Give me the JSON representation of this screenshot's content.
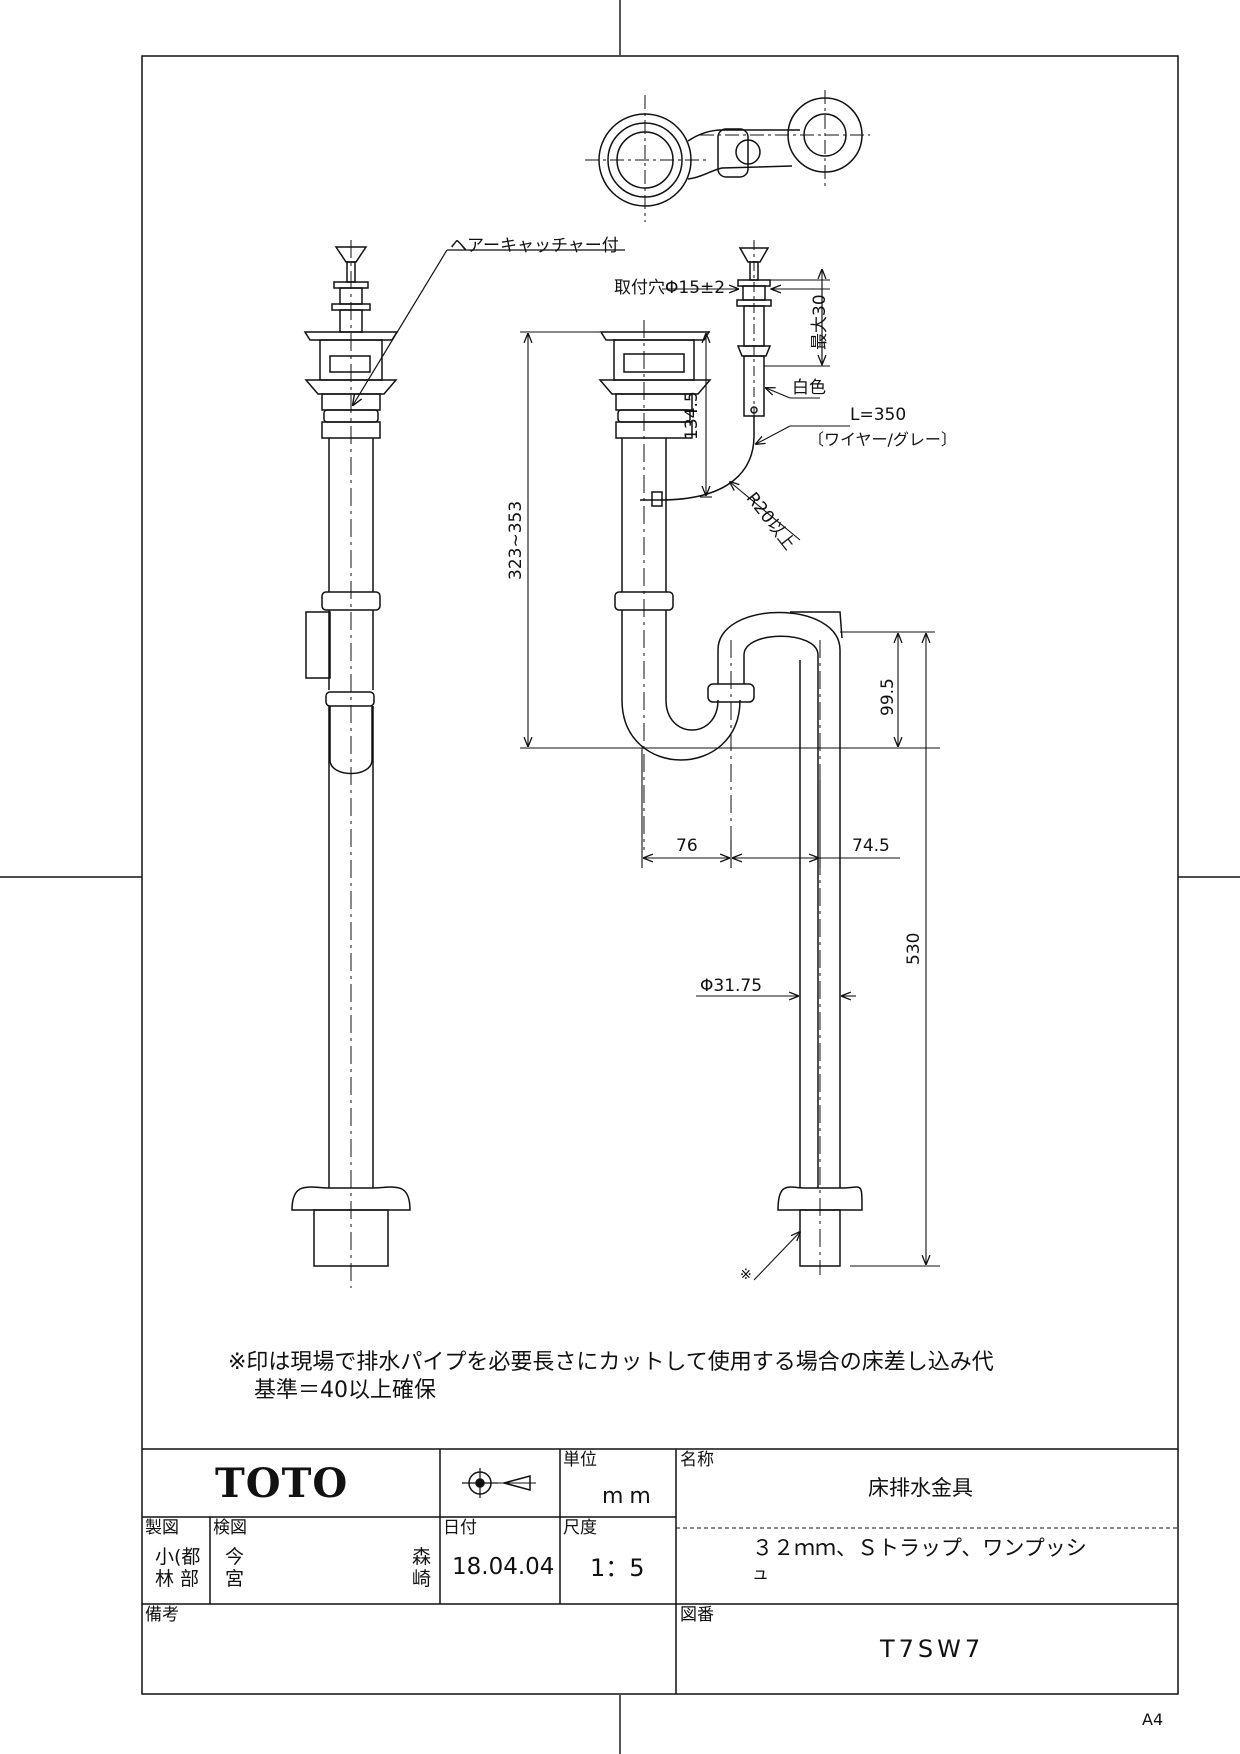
{
  "labels": {
    "hair_catcher": "ヘアーキャッチャー付",
    "mount_hole": "取付穴Φ15±2",
    "max30": "最大30",
    "white": "白色",
    "wire_length": "L=350",
    "wire_desc": "〔ワイヤー/グレー〕",
    "radius": "R20以上",
    "asterisk_mark": "※"
  },
  "dimensions": {
    "d_323_353": "323~353",
    "d_134_5": "134.5",
    "d_99_5": "99.5",
    "d_76": "76",
    "d_74_5": "74.5",
    "d_530": "530",
    "d_dia": "Φ31.75"
  },
  "notes": {
    "line1": "※印は現場で排水パイプを必要長さにカットして使用する場合の床差し込み代",
    "line2": "基準＝40以上確保"
  },
  "title_block": {
    "logo": "TOTO",
    "unit_label": "単位",
    "unit_value": "mm",
    "name_label": "名称",
    "name_value": "床排水金具",
    "drawn_label": "製図",
    "drawn_value_a": "小(都",
    "drawn_value_b": "林 部",
    "checked_label": "検図",
    "checked_value_a": "今",
    "checked_value_b": "宮",
    "checked_value_c": "森",
    "checked_value_d": "崎",
    "date_label": "日付",
    "date_value": "18.04.04",
    "scale_label": "尺度",
    "scale_value": "1：5",
    "desc_line1": "３２ｍｍ、Ｓトラップ、ワンプッシ",
    "desc_line2": "ュ",
    "remarks_label": "備考",
    "drawing_no_label": "図番",
    "drawing_no_value": "T7SW7"
  },
  "paper_size": "A4"
}
